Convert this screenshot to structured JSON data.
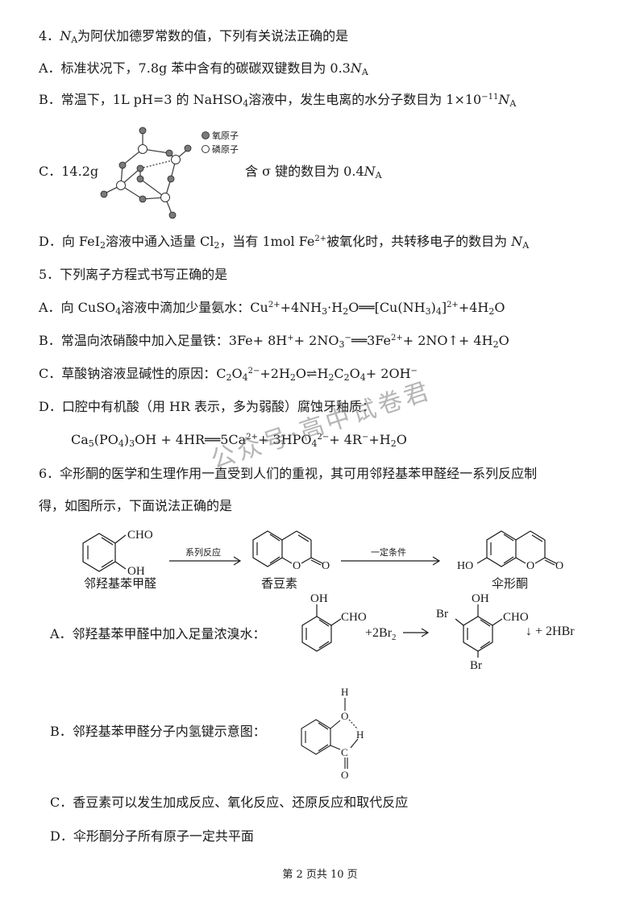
{
  "q4": {
    "stem_num": "4．",
    "stem_N": "N",
    "stem_sub": "A",
    "stem_text": "为阿伏加德罗常数的值，下列有关说法正确的是",
    "A": {
      "pre": "A．标准状况下，7.8g 苯中含有的碳碳双键数目为 0.3",
      "N": "N",
      "sub": "A"
    },
    "B": {
      "pre": "B．常温下，1L pH=3 的 NaHSO",
      "s1": "4",
      "mid": "溶液中，发生电离的水分子数目为 1×10",
      "sup": "−11",
      "N": "N",
      "sub": "A"
    },
    "C": {
      "pre": "C．14.2g",
      "post": "含 σ 键的数目为 0.4",
      "N": "N",
      "sub": "A"
    },
    "legend": {
      "oxygen": "氧原子",
      "phosphorus": "磷原子"
    },
    "D": {
      "p1": "D．向 FeI",
      "s1": "2",
      "p2": "溶液中通入适量 Cl",
      "s2": "2",
      "p3": "，当有 1mol Fe",
      "sup1": "2+",
      "p4": "被氧化时，共转移电子的数目为 ",
      "N": "N",
      "sub": "A"
    }
  },
  "q5": {
    "stem": "5．下列离子方程式书写正确的是",
    "A": {
      "p1": "A．向 CuSO",
      "s1": "4",
      "p2": "溶液中滴加少量氨水：Cu",
      "sup1": "2+",
      "p3": "+4NH",
      "s2": "3",
      "p4": "·H",
      "s3": "2",
      "p5": "O══[Cu(NH",
      "s4": "3",
      "p6": ")",
      "s5": "4",
      "p7": "]",
      "sup2": "2+",
      "p8": "+4H",
      "s6": "2",
      "p9": "O"
    },
    "B": {
      "p1": "B．常温向浓硝酸中加入足量铁：3Fe+ 8H",
      "sup1": "+",
      "p2": "+ 2NO",
      "s1": "3",
      "sup2": "−",
      "p3": "══3Fe",
      "sup3": "2+",
      "p4": "+ 2NO↑+ 4H",
      "s2": "2",
      "p5": "O"
    },
    "C": {
      "p1": "C．草酸钠溶液显碱性的原因：C",
      "s1": "2",
      "p2": "O",
      "s2": "4",
      "sup1": "2−",
      "p3": "+2H",
      "s3": "2",
      "p4": "O⇌H",
      "s4": "2",
      "p5": "C",
      "s5": "2",
      "p6": "O",
      "s6": "4",
      "p7": "+ 2OH",
      "sup2": "−"
    },
    "D": {
      "text": "D．口腔中有机酸（用 HR 表示，多为弱酸）腐蚀牙釉质："
    },
    "D2": {
      "p1": "Ca",
      "s1": "5",
      "p2": "(PO",
      "s2": "4",
      "p3": ")",
      "s3": "3",
      "p4": "OH + 4HR══5Ca",
      "sup1": "2+",
      "p5": "+ 3HPO",
      "s4": "4",
      "sup2": "2−",
      "p6": "+ 4R",
      "sup3": "−",
      "p7": "+H",
      "s5": "2",
      "p8": "O"
    }
  },
  "q6": {
    "stem1": "6．伞形酮的医学和生理作用一直受到人们的重视，其可用邻羟基苯甲醛经一系列反应制",
    "stem2": "得，如图所示，下面说法正确的是",
    "scheme": {
      "cho": "CHO",
      "oh": "OH",
      "ho": "HO",
      "o": "O",
      "arrow1": "系列反应",
      "arrow2": "一定条件",
      "name1": "邻羟基苯甲醛",
      "name2": "香豆素",
      "name3": "伞形酮"
    },
    "A": {
      "text": "A．邻羟基苯甲醛中加入足量浓溴水：",
      "reagent": "+2Br",
      "reagent_sub": "2",
      "product": "↓ + 2HBr",
      "br": "Br",
      "oh": "OH",
      "cho": "CHO"
    },
    "B": {
      "text": "B．邻羟基苯甲醛分子内氢键示意图：",
      "h": "H",
      "o": "O",
      "c": "C"
    },
    "C": {
      "text": "C．香豆素可以发生加成反应、氧化反应、还原反应和取代反应"
    },
    "D": {
      "text": "D．伞形酮分子所有原子一定共平面"
    }
  },
  "watermark": "公众号·高中试卷君",
  "footer": "第 2 页共 10 页"
}
